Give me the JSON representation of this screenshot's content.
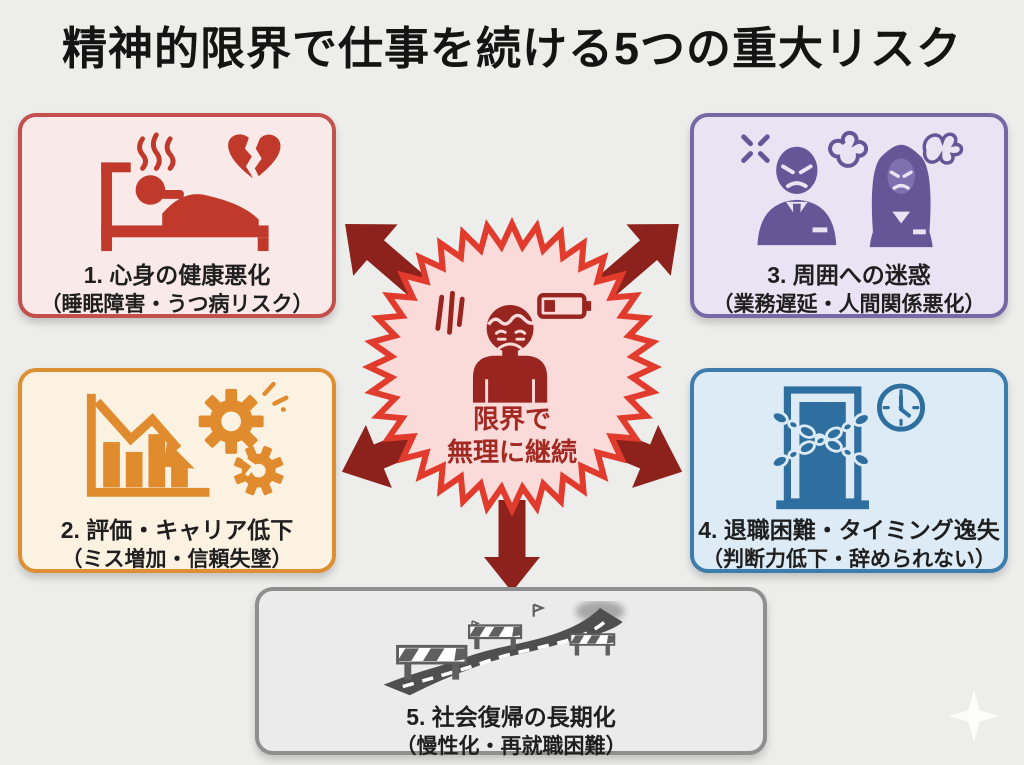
{
  "title": "精神的限界で仕事を続ける5つの重大リスク",
  "center": {
    "label_line1": "限界で",
    "label_line2": "無理に継続",
    "icon": "exhausted-worker-low-battery-icon",
    "fill": "#fbdada",
    "border": "#e13b2d",
    "icon_color": "#992520",
    "arrow_color": "#8d221c"
  },
  "risks": [
    {
      "label": "1. 心身の健康悪化",
      "sub": "（睡眠障害・うつ病リスク）",
      "icon": "sick-person-in-bed-broken-heart-icon",
      "fill": "#fae9e9",
      "border": "#c4504e",
      "accent": "#c0392b"
    },
    {
      "label": "2. 評価・キャリア低下",
      "sub": "（ミス増加・信頼失墜）",
      "icon": "declining-bar-chart-broken-gears-icon",
      "fill": "#fcf2e2",
      "border": "#dd8f33",
      "accent": "#e08b2d"
    },
    {
      "label": "3. 周囲への迷惑",
      "sub": "（業務遅延・人間関係悪化）",
      "icon": "angry-coworkers-icon",
      "fill": "#e9e3f3",
      "border": "#7667a5",
      "accent": "#675697"
    },
    {
      "label": "4. 退職困難・タイミング逸失",
      "sub": "（判断力低下・辞められない）",
      "icon": "chained-door-clock-icon",
      "fill": "#dcebf6",
      "border": "#3d7cab",
      "accent": "#2f6fa0"
    },
    {
      "label": "5. 社会復帰の長期化",
      "sub": "（慢性化・再就職困難）",
      "icon": "winding-road-barriers-icon",
      "fill": "#ebebeb",
      "border": "#8f8f8f",
      "accent": "#5f5f5f"
    }
  ],
  "decor": {
    "sparkle": "four-point-sparkle"
  }
}
